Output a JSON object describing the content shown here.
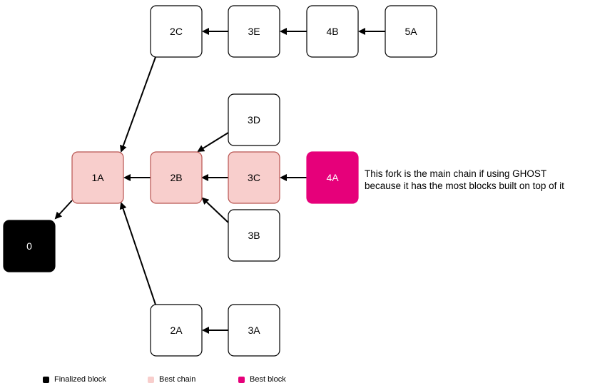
{
  "colors": {
    "finalized": "#000000",
    "best_chain_fill": "#f8cecc",
    "best_chain_stroke": "#b85450",
    "best_block": "#e6007a",
    "default_fill": "#ffffff",
    "default_stroke": "#000000"
  },
  "blocks": [
    {
      "id": "0",
      "label": "0",
      "status": "finalized"
    },
    {
      "id": "1A",
      "label": "1A",
      "status": "best_chain"
    },
    {
      "id": "2A",
      "label": "2A",
      "status": "normal"
    },
    {
      "id": "2B",
      "label": "2B",
      "status": "best_chain"
    },
    {
      "id": "2C",
      "label": "2C",
      "status": "normal"
    },
    {
      "id": "3A",
      "label": "3A",
      "status": "normal"
    },
    {
      "id": "3B",
      "label": "3B",
      "status": "normal"
    },
    {
      "id": "3C",
      "label": "3C",
      "status": "best_chain"
    },
    {
      "id": "3D",
      "label": "3D",
      "status": "normal"
    },
    {
      "id": "3E",
      "label": "3E",
      "status": "normal"
    },
    {
      "id": "4A",
      "label": "4A",
      "status": "best_block"
    },
    {
      "id": "4B",
      "label": "4B",
      "status": "normal"
    },
    {
      "id": "5A",
      "label": "5A",
      "status": "normal"
    }
  ],
  "edges": [
    {
      "from": "1A",
      "to": "0"
    },
    {
      "from": "2C",
      "to": "1A"
    },
    {
      "from": "2B",
      "to": "1A"
    },
    {
      "from": "2A",
      "to": "1A"
    },
    {
      "from": "3E",
      "to": "2C"
    },
    {
      "from": "4B",
      "to": "3E"
    },
    {
      "from": "5A",
      "to": "4B"
    },
    {
      "from": "3D",
      "to": "2B"
    },
    {
      "from": "3C",
      "to": "2B"
    },
    {
      "from": "3B",
      "to": "2B"
    },
    {
      "from": "4A",
      "to": "3C"
    },
    {
      "from": "3A",
      "to": "2A"
    }
  ],
  "annotation": {
    "line1": "This fork is the main chain if using GHOST",
    "line2": "because it has the most blocks built on top of it"
  },
  "legend": [
    {
      "key": "finalized",
      "label": "Finalized block"
    },
    {
      "key": "best_chain",
      "label": "Best chain"
    },
    {
      "key": "best_block",
      "label": "Best block"
    }
  ]
}
